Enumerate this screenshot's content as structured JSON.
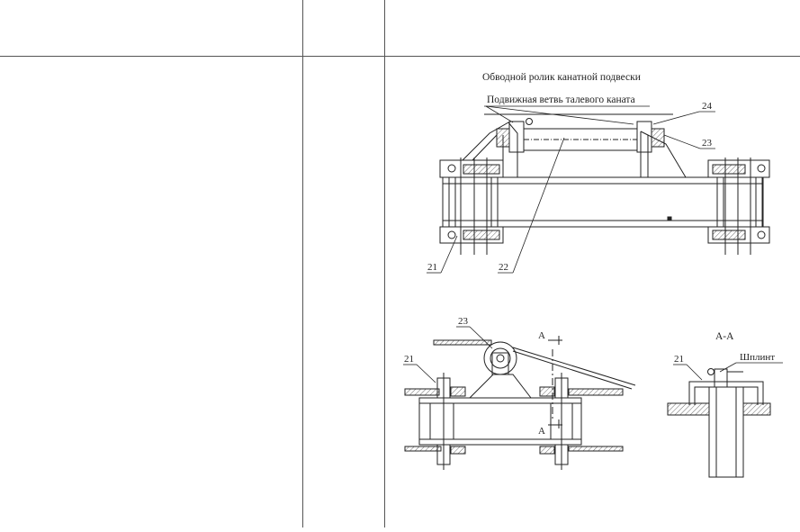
{
  "table": {
    "header": {
      "col1": "",
      "col2": "",
      "col3": ""
    },
    "body": {
      "col1": "",
      "col2": ""
    }
  },
  "drawing": {
    "label_bypass_roller": "Обводной ролик канатной подвески",
    "label_moving_branch": "Подвижная ветвь талевого каната",
    "callout_24": "24",
    "callout_23_top": "23",
    "callout_21_top": "21",
    "callout_22": "22",
    "callout_23_bottom": "23",
    "section_mark_a_top": "А",
    "section_mark_a_bottom": "А",
    "callout_21_bottom": "21",
    "section_title": "А-А",
    "callout_21_section": "21",
    "label_cotter_pin": "Шплинт"
  }
}
